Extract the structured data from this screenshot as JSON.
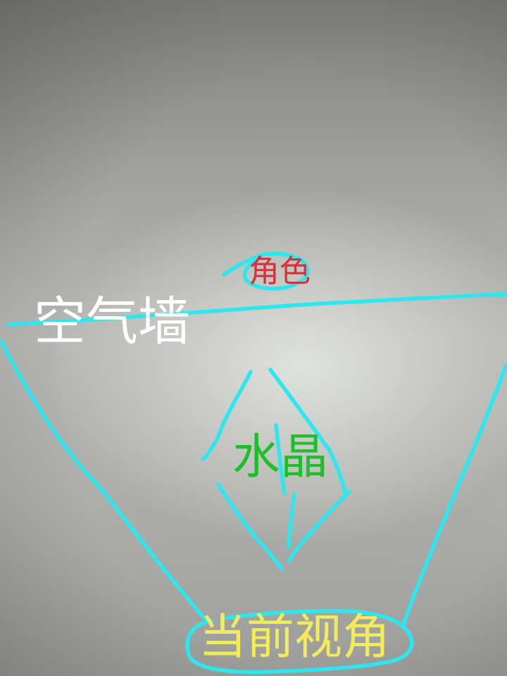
{
  "labels": {
    "role": "角色",
    "air_wall": "空气墙",
    "crystal": "水晶",
    "current_view": "当前视角"
  },
  "colors": {
    "sketch_lines": "#2ee6ee",
    "role_text": "#d3323a",
    "air_wall_text": "#ffffff",
    "crystal_text": "#1fbf2c",
    "current_view_text": "#f2ec5a"
  }
}
